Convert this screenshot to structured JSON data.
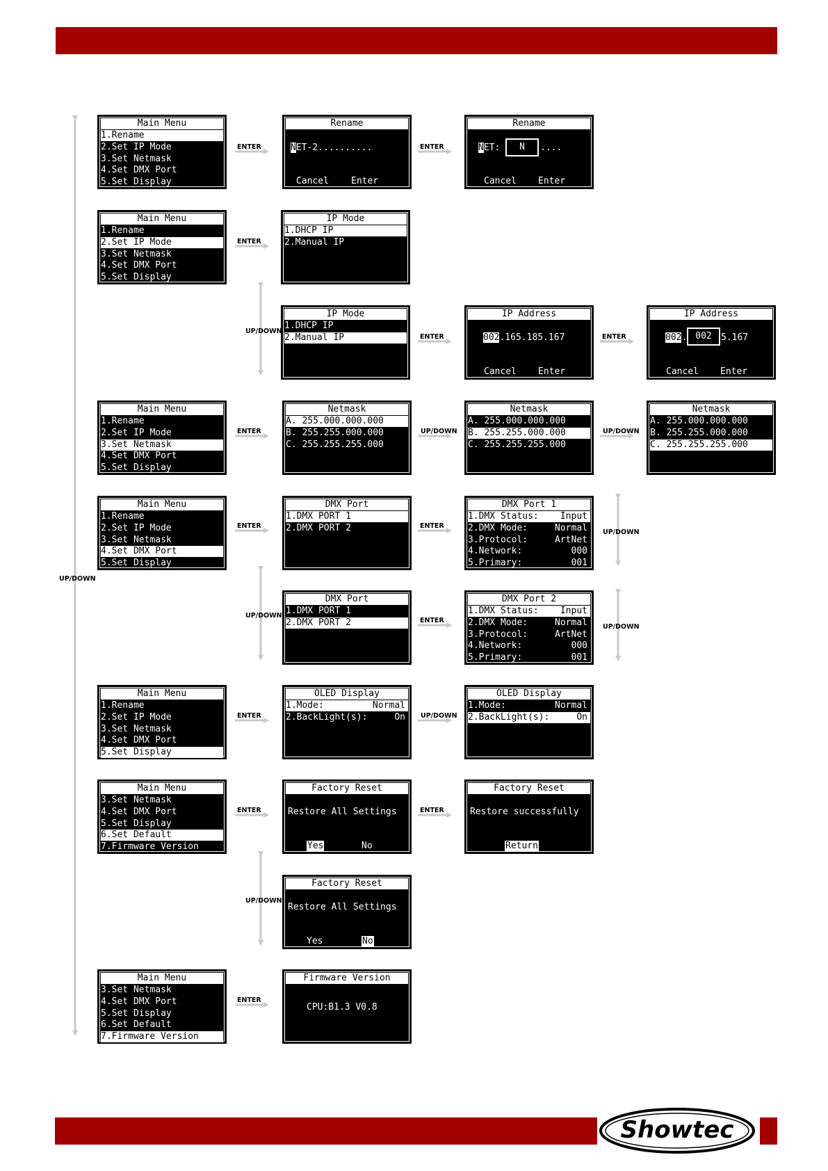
{
  "labels": {
    "enter": "ENTER",
    "updown": "UP/DOWN"
  },
  "logo_text": "Showtec",
  "main_menu": {
    "title": "Main Menu",
    "items_a": [
      "1.Rename",
      "2.Set IP Mode",
      "3.Set Netmask",
      "4.Set DMX Port",
      "5.Set Display"
    ],
    "items_b": [
      "3.Set Netmask",
      "4.Set DMX Port",
      "5.Set Display",
      "6.Set Default",
      "7.Firmware Version"
    ]
  },
  "rename": {
    "title": "Rename",
    "value": "NET-2..........",
    "value_first": "N",
    "value_rest": "ET-2..........",
    "edit_prefix": "N",
    "edit_mid": "ET:",
    "edit_box": "N",
    "edit_suffix": "....",
    "cancel": "Cancel",
    "enter": "Enter"
  },
  "ip_mode": {
    "title": "IP Mode",
    "items": [
      "1.DHCP IP",
      "2.Manual IP"
    ]
  },
  "ip_address": {
    "title": "IP Address",
    "first_octet": "002",
    "rest": ".165.185.167",
    "edit_box": "002",
    "edit_tail": "5.167",
    "cancel": "Cancel",
    "enter": "Enter"
  },
  "netmask": {
    "title": "Netmask",
    "items": [
      "A. 255.000.000.000",
      "B. 255.255.000.000",
      "C. 255.255.255.000"
    ]
  },
  "dmx_port": {
    "title": "DMX Port",
    "items": [
      "1.DMX PORT 1",
      "2.DMX PORT 2"
    ]
  },
  "dmx_port_1": {
    "title": "DMX Port 1",
    "rows": [
      {
        "label": "1.DMX Status:",
        "value": "Input"
      },
      {
        "label": "2.DMX Mode:",
        "value": "Normal"
      },
      {
        "label": "3.Protocol:",
        "value": "ArtNet"
      },
      {
        "label": "4.Network:",
        "value": "000"
      },
      {
        "label": "5.Primary:",
        "value": "001"
      }
    ]
  },
  "dmx_port_2": {
    "title": "DMX Port 2",
    "rows": [
      {
        "label": "1.DMX Status:",
        "value": "Input"
      },
      {
        "label": "2.DMX Mode:",
        "value": "Normal"
      },
      {
        "label": "3.Protocol:",
        "value": "ArtNet"
      },
      {
        "label": "4.Network:",
        "value": "000"
      },
      {
        "label": "5.Primary:",
        "value": "001"
      }
    ]
  },
  "oled_display": {
    "title": "OLED Display",
    "rows": [
      {
        "label": "1.Mode:",
        "value": "Normal"
      },
      {
        "label": "2.BackLight(s):",
        "value": "On"
      }
    ]
  },
  "factory_reset": {
    "title": "Factory Reset",
    "message": "Restore All Settings",
    "yes": "Yes",
    "no": "No",
    "success": "Restore successfully",
    "return": "Return"
  },
  "firmware": {
    "title": "Firmware Version",
    "value": "CPU:B1.3 V0.8"
  }
}
